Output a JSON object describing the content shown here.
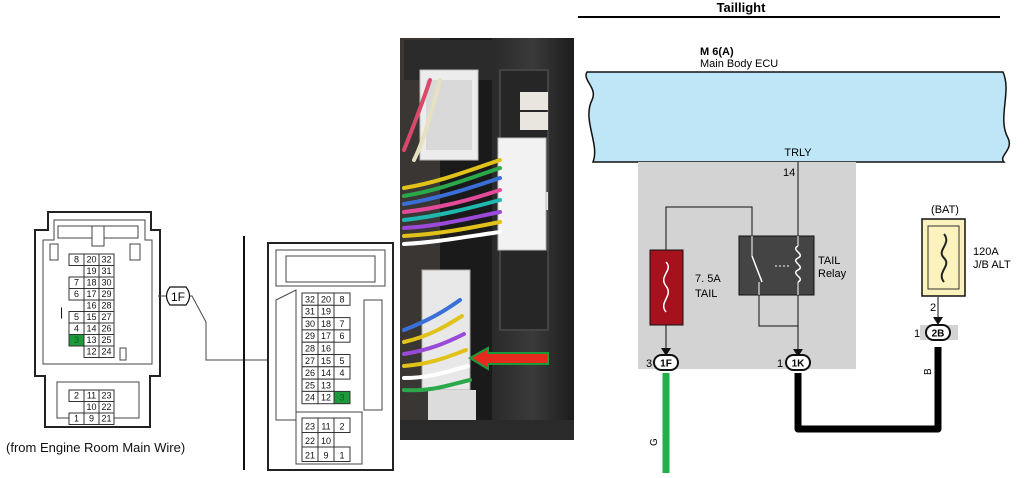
{
  "section_title": "Taillight",
  "ecu": {
    "id": "M 6(A)",
    "name": "Main Body ECU",
    "signal": "TRLY",
    "pin": "14"
  },
  "fuse_tail": {
    "rating": "7. 5A",
    "name": "TAIL"
  },
  "relay": {
    "name_line1": "TAIL",
    "name_line2": "Relay"
  },
  "fuse_alt": {
    "source": "(BAT)",
    "rating": "120A",
    "name": "J/B ALT",
    "pin": "2"
  },
  "connectors": {
    "c1f": {
      "label": "1F",
      "pin": "3"
    },
    "c1k": {
      "label": "1K",
      "pin": "1"
    },
    "c2b": {
      "label": "2B",
      "pin": "1"
    }
  },
  "wires": {
    "green_color_code": "G",
    "black_color_code": "B"
  },
  "colors": {
    "green_wire": "#20b04a",
    "black_wire": "#000000",
    "ecu_fill": "#bfe6f6",
    "fuse_tail_fill": "#a5121d",
    "fuse_alt_fill": "#fbf2be",
    "junction_bg": "#d3d3d3",
    "highlight_cell": "#1c9a3c"
  },
  "left_connector": {
    "callout_label": "1F",
    "caption": "(from Engine Room Main Wire)",
    "upper_block": [
      [
        "8",
        "20",
        "32"
      ],
      [
        "",
        "19",
        "31"
      ],
      [
        "7",
        "18",
        "30"
      ],
      [
        "6",
        "17",
        "29"
      ],
      [
        "",
        "16",
        "28"
      ],
      [
        "5",
        "15",
        "27"
      ],
      [
        "4",
        "14",
        "26"
      ],
      [
        "3",
        "13",
        "25"
      ],
      [
        "",
        "12",
        "24"
      ]
    ],
    "lower_block": [
      [
        "2",
        "11",
        "23"
      ],
      [
        "",
        "10",
        "22"
      ],
      [
        "1",
        "9",
        "21"
      ]
    ],
    "highlighted_pin": "3"
  },
  "mid_connector": {
    "upper_block": [
      [
        "32",
        "20",
        "8"
      ],
      [
        "31",
        "19",
        ""
      ],
      [
        "30",
        "18",
        "7"
      ],
      [
        "29",
        "17",
        "6"
      ],
      [
        "28",
        "16",
        ""
      ],
      [
        "27",
        "15",
        "5"
      ],
      [
        "26",
        "14",
        "4"
      ],
      [
        "25",
        "13",
        ""
      ],
      [
        "24",
        "12",
        "3"
      ]
    ],
    "lower_block": [
      [
        "23",
        "11",
        "2"
      ],
      [
        "22",
        "10",
        ""
      ],
      [
        "21",
        "9",
        "1"
      ]
    ],
    "highlighted_pin": "3"
  },
  "photo": {
    "arrow_color": "#e42b1e",
    "arrow_outline": "#1a9a3a"
  }
}
